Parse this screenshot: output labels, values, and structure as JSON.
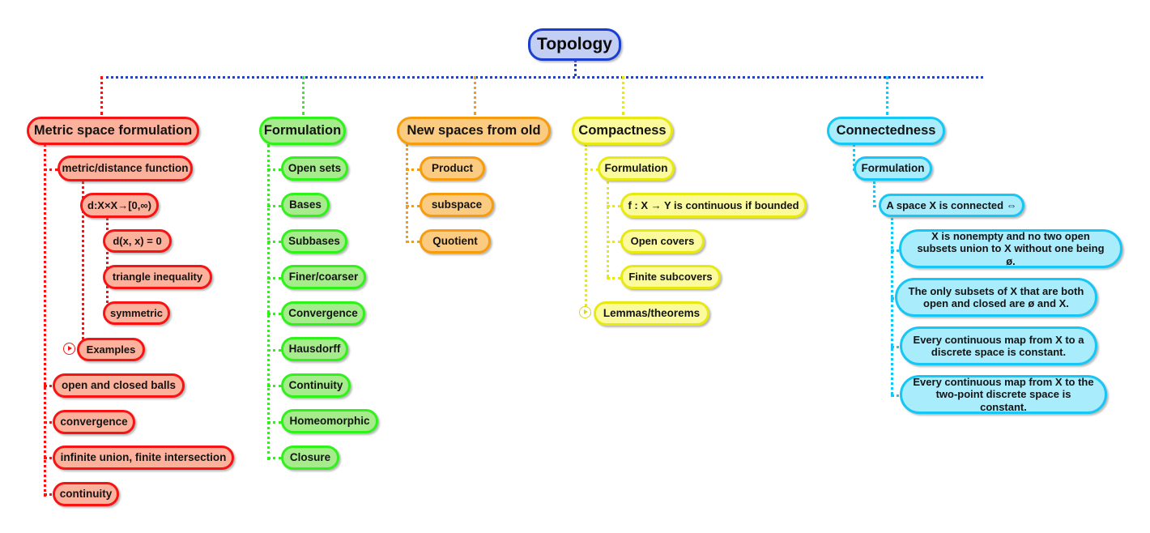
{
  "diagram": {
    "title": "Topology",
    "type": "mind-map",
    "root": {
      "label": "Topology",
      "color": "#1a3fd0",
      "fill": "#c3cef5"
    },
    "branches": [
      {
        "id": "metric",
        "label": "Metric space formulation",
        "color": "#f71313",
        "fill": "#fcb19c",
        "children": [
          {
            "label": "metric/distance function",
            "children": [
              {
                "label": "d:X×X→[0,∞)",
                "children": [
                  {
                    "label": "d(x, x) = 0"
                  },
                  {
                    "label": "triangle inequality"
                  },
                  {
                    "label": "symmetric"
                  }
                ]
              },
              {
                "label": "Examples",
                "collapsed": true
              }
            ]
          },
          {
            "label": "open and closed balls"
          },
          {
            "label": "convergence"
          },
          {
            "label": "infinite union, finite intersection"
          },
          {
            "label": "continuity"
          }
        ]
      },
      {
        "id": "formulation",
        "label": "Formulation",
        "color": "#2ef21a",
        "fill": "#a6eb8c",
        "children": [
          {
            "label": "Open sets"
          },
          {
            "label": "Bases"
          },
          {
            "label": "Subbases"
          },
          {
            "label": "Finer/coarser"
          },
          {
            "label": "Convergence"
          },
          {
            "label": "Hausdorff"
          },
          {
            "label": "Continuity"
          },
          {
            "label": "Homeomorphic"
          },
          {
            "label": "Closure"
          }
        ]
      },
      {
        "id": "newspaces",
        "label": "New spaces from old",
        "color": "#f79c0d",
        "fill": "#fbcb81",
        "children": [
          {
            "label": "Product"
          },
          {
            "label": "subspace"
          },
          {
            "label": "Quotient"
          }
        ]
      },
      {
        "id": "compactness",
        "label": "Compactness",
        "color": "#e8e812",
        "fill": "#fbfb9e",
        "children": [
          {
            "label": "Formulation",
            "children": [
              {
                "label": "f : X → Y is continuous if bounded"
              },
              {
                "label": "Open covers"
              },
              {
                "label": "Finite subcovers"
              }
            ]
          },
          {
            "label": "Lemmas/theorems",
            "collapsed": true
          }
        ]
      },
      {
        "id": "connectedness",
        "label": "Connectedness",
        "color": "#16c6f4",
        "fill": "#a9ecfb",
        "children": [
          {
            "label": "Formulation",
            "children": [
              {
                "label": "A space X is connected ⇔",
                "children": [
                  {
                    "label": "X is nonempty and no two open\nsubsets union to X without one being ø."
                  },
                  {
                    "label": "The only subsets of X that are both\nopen and closed are ø and X."
                  },
                  {
                    "label": "Every continuous map from X to a\ndiscrete space is constant."
                  },
                  {
                    "label": "Every continuous map from X to the\ntwo-point discrete space is constant."
                  }
                ]
              }
            ]
          }
        ]
      }
    ]
  },
  "nodes": {
    "root": "Topology",
    "m0": "Metric space formulation",
    "m1": "metric/distance function",
    "m2": "d:X×X→[0,∞)",
    "m3": "d(x, x) = 0",
    "m4": "triangle inequality",
    "m5": "symmetric",
    "m6": "Examples",
    "m7": "open and closed balls",
    "m8": "convergence",
    "m9": "infinite union, finite intersection",
    "m10": "continuity",
    "f0": "Formulation",
    "f1": "Open sets",
    "f2": "Bases",
    "f3": "Subbases",
    "f4": "Finer/coarser",
    "f5": "Convergence",
    "f6": "Hausdorff",
    "f7": "Continuity",
    "f8": "Homeomorphic",
    "f9": "Closure",
    "n0": "New spaces from old",
    "n1": "Product",
    "n2": "subspace",
    "n3": "Quotient",
    "k0": "Compactness",
    "k1": "Formulation",
    "k2": "f : X → Y is continuous if bounded",
    "k3": "Open covers",
    "k4": "Finite subcovers",
    "k5": "Lemmas/theorems",
    "c0": "Connectedness",
    "c1": "Formulation",
    "c2": "A space X is connected ⇔",
    "c3": "X is nonempty and no two open\nsubsets union to X without one being ø.",
    "c4": "The only subsets of X that are both\nopen and closed are ø and X.",
    "c5": "Every continuous map from X to a\ndiscrete space is constant.",
    "c6": "Every continuous map from X to the\ntwo-point discrete space is constant."
  }
}
